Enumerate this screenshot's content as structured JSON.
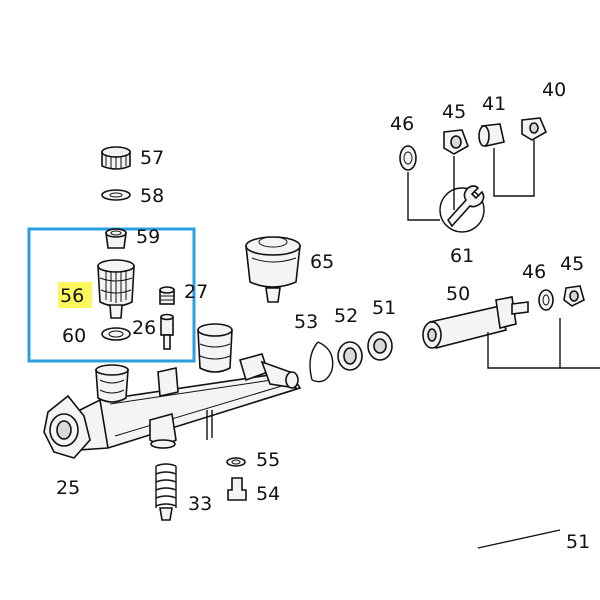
{
  "labels": {
    "p57": "57",
    "p58": "58",
    "p59": "59",
    "p56": "56",
    "p27": "27",
    "p26": "26",
    "p60": "60",
    "p65": "65",
    "p53": "53",
    "p52": "52",
    "p51a": "51",
    "p50": "50",
    "p46a": "46",
    "p45a": "45",
    "p41": "41",
    "p40": "40",
    "p61": "61",
    "p46b": "46",
    "p45b": "45",
    "p55": "55",
    "p54": "54",
    "p33": "33",
    "p25": "25",
    "p51b": "51"
  },
  "highlight": {
    "label": "56",
    "box_color": "#2a9fe0",
    "label_bg": "#fff75e"
  }
}
